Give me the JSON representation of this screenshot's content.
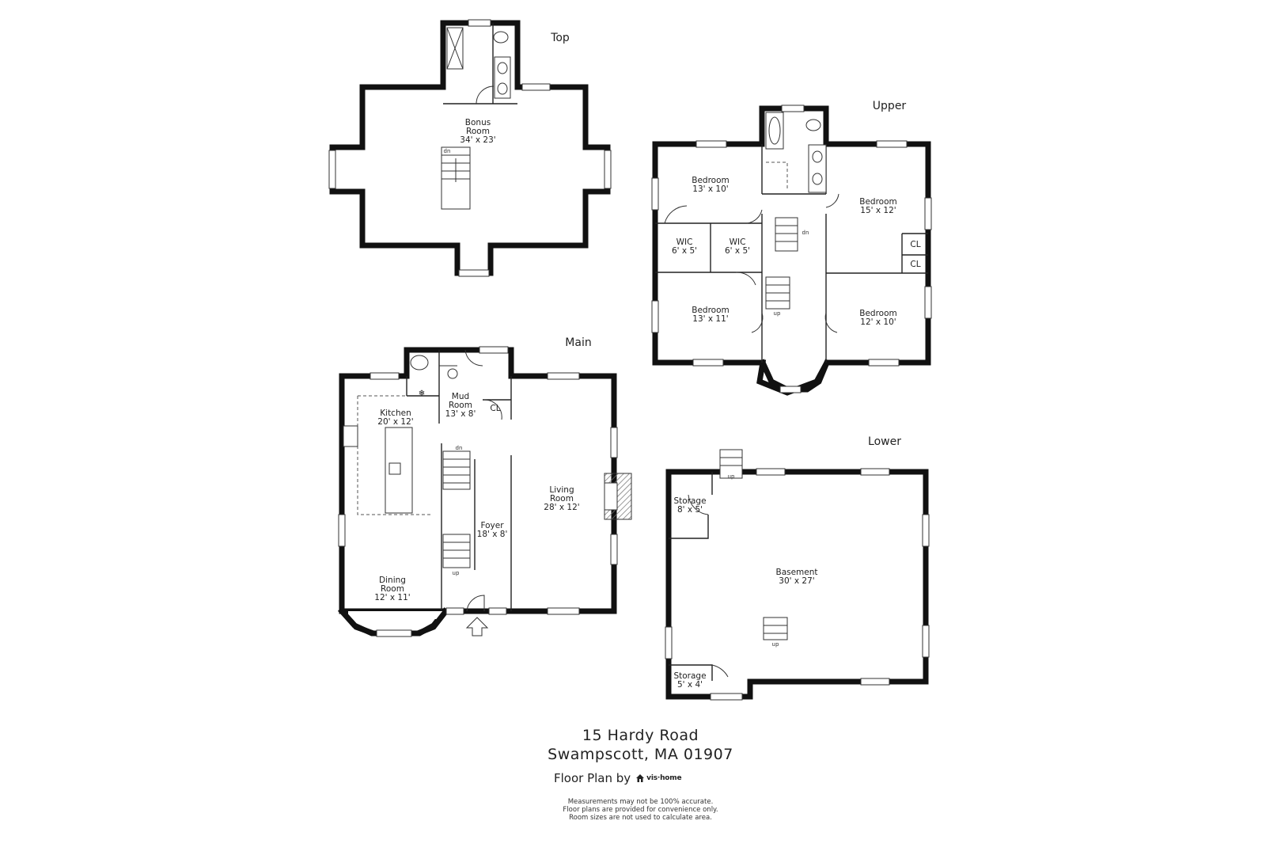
{
  "floors": [
    {
      "id": "top",
      "label": "Top",
      "rooms": [
        {
          "name": "Bonus Room",
          "line1": "Bonus",
          "line2": "Room",
          "dims": "34' x 23'"
        }
      ],
      "marks": [
        "dn"
      ]
    },
    {
      "id": "upper",
      "label": "Upper",
      "rooms": [
        {
          "name": "Bedroom",
          "dims": "13' x 10'"
        },
        {
          "name": "Bedroom",
          "dims": "15' x 12'"
        },
        {
          "name": "WIC",
          "dims": "6' x 5'"
        },
        {
          "name": "WIC",
          "dims": "6' x 5'"
        },
        {
          "name": "CL"
        },
        {
          "name": "CL"
        },
        {
          "name": "Bedroom",
          "dims": "13' x 11'"
        },
        {
          "name": "Bedroom",
          "dims": "12' x 10'"
        }
      ],
      "marks": [
        "dn",
        "up"
      ]
    },
    {
      "id": "main",
      "label": "Main",
      "rooms": [
        {
          "name": "Kitchen",
          "dims": "20' x 12'"
        },
        {
          "name": "Mud Room",
          "line1": "Mud",
          "line2": "Room",
          "dims": "13' x 8'"
        },
        {
          "name": "CL"
        },
        {
          "name": "Living Room",
          "line1": "Living",
          "line2": "Room",
          "dims": "28' x 12'"
        },
        {
          "name": "Foyer",
          "dims": "18' x 8'"
        },
        {
          "name": "Dining Room",
          "line1": "Dining",
          "line2": "Room",
          "dims": "12' x 11'"
        }
      ],
      "marks": [
        "dn",
        "up"
      ]
    },
    {
      "id": "lower",
      "label": "Lower",
      "rooms": [
        {
          "name": "Storage",
          "dims": "8' x 5'"
        },
        {
          "name": "Basement",
          "dims": "30' x 27'"
        },
        {
          "name": "Storage",
          "dims": "5' x 4'"
        }
      ],
      "marks": [
        "up",
        "up"
      ]
    }
  ],
  "address": {
    "line1": "15 Hardy Road",
    "line2": "Swampscott, MA 01907"
  },
  "credit": {
    "prefix": "Floor Plan by",
    "brand": "vis·home",
    "logo_icon": "house-icon"
  },
  "disclaimer": [
    "Measurements may not be 100% accurate.",
    "Floor plans are provided for convenience only.",
    "Room sizes are not used to calculate area."
  ],
  "colors": {
    "wall": "#111111",
    "background": "#ffffff",
    "fireplace": "#8a8a8a"
  }
}
